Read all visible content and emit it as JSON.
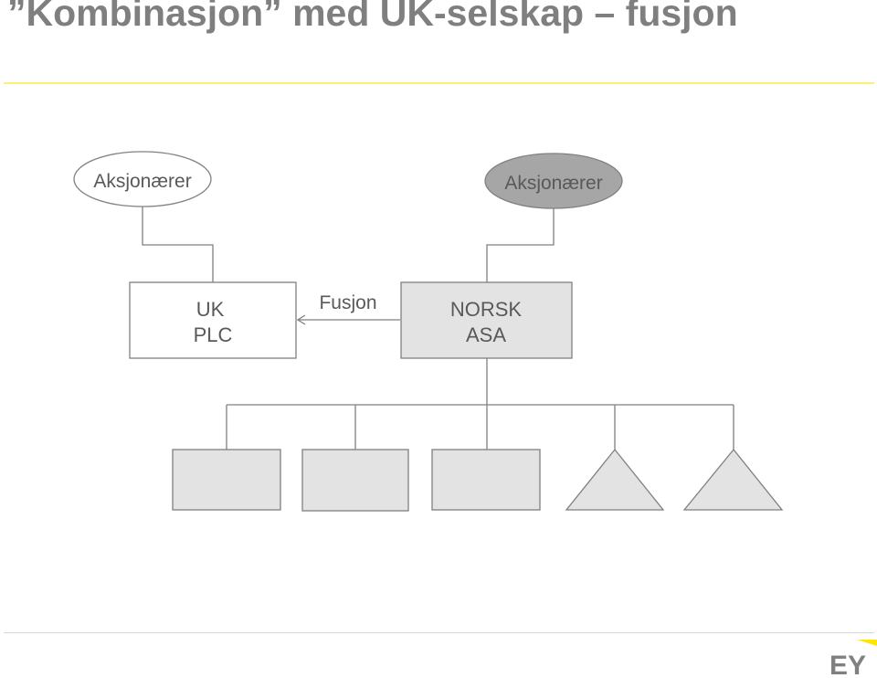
{
  "title": "”Kombinasjon” med UK-selskap – fusjon",
  "nodes": {
    "shareholders_left": "Aksjonærer",
    "shareholders_right": "Aksjonærer",
    "uk_plc_line1": "UK",
    "uk_plc_line2": "PLC",
    "norsk_asa_line1": "NORSK",
    "norsk_asa_line2": "ASA"
  },
  "edge_label": "Fusjon",
  "colors": {
    "accent_rule": "#fff070",
    "node_fill_gray": "#e3e3e3",
    "shareholder_fill_dark": "#a6a6a6",
    "title_gray": "#7f7f7f"
  },
  "logo": {
    "text": "EY",
    "icon": "ey-logo-icon"
  }
}
